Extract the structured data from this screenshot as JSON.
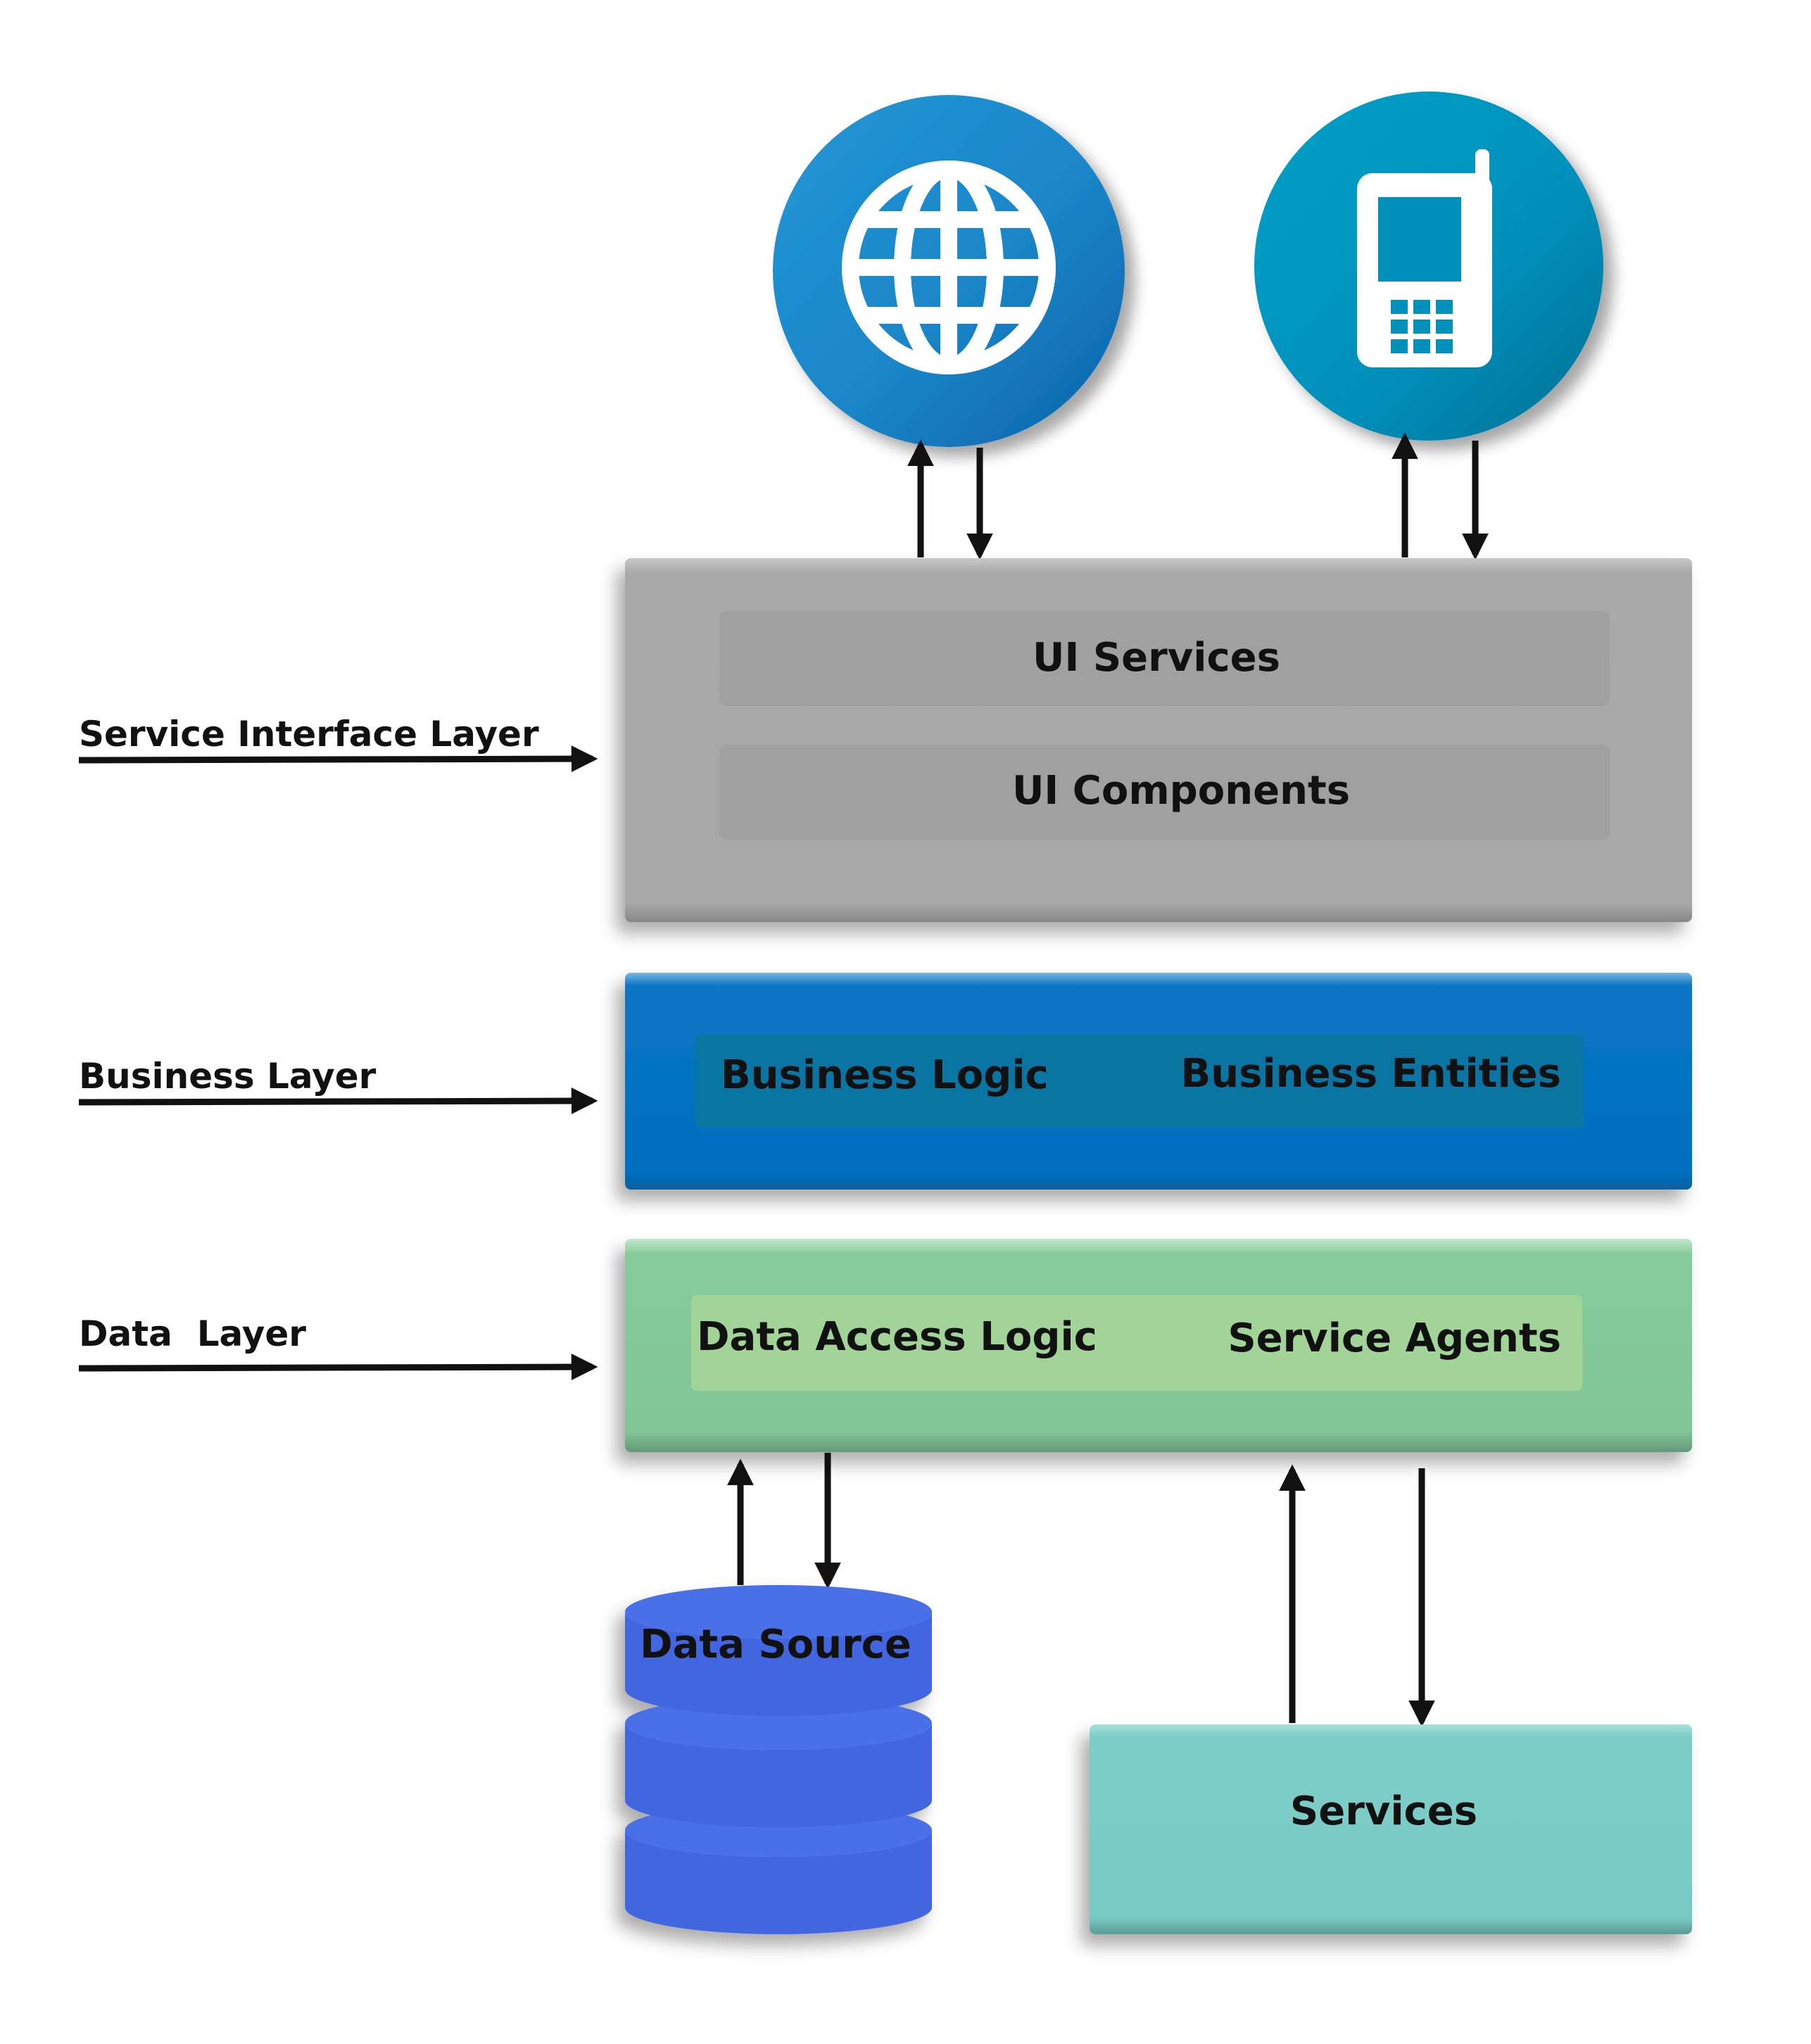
{
  "side_labels": {
    "service_interface": "Service Interface Layer",
    "business": "Business Layer",
    "data": "Data  Layer"
  },
  "service_interface_layer": {
    "ui_services": "UI Services",
    "ui_components": "UI Components"
  },
  "business_layer": {
    "business_logic": "Business Logic",
    "business_entities": "Business Entities"
  },
  "data_layer": {
    "data_access_logic": "Data Access Logic",
    "service_agents": "Service Agents"
  },
  "data_source": "Data Source",
  "services": "Services",
  "icons": {
    "web": "globe-icon",
    "mobile": "mobile-phone-icon"
  },
  "colors": {
    "service_interface_layer": "#a9a9a9",
    "business_layer": "#0070bf",
    "business_inner": "#0a74a2",
    "data_layer": "#84c99a",
    "data_inner": "#a2d49a",
    "data_source": "#4266e0",
    "services": "#7ccdc8",
    "globe_circle": "#1a86c8",
    "phone_circle": "#0090ba"
  }
}
